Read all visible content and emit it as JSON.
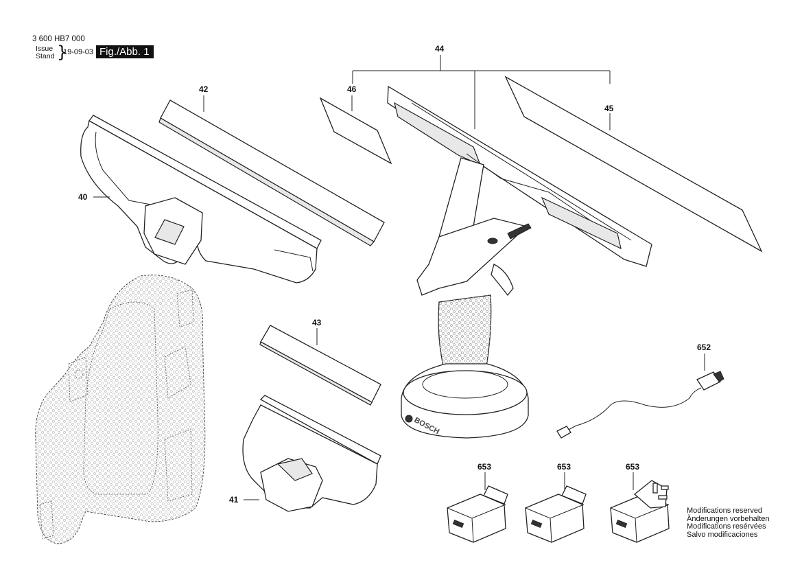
{
  "header": {
    "doc_number": "3 600 HB7 000",
    "issue_label": "Issue",
    "stand_label": "Stand",
    "brace": "}",
    "date": "19-09-03",
    "figure_label": "Fig./Abb. 1"
  },
  "callouts": {
    "p40": "40",
    "p41": "41",
    "p42": "42",
    "p43": "43",
    "p44": "44",
    "p45": "45",
    "p46": "46",
    "p652": "652",
    "p653a": "653",
    "p653b": "653",
    "p653c": "653"
  },
  "brand_on_base": "BOSCH",
  "notes": [
    "Modifications reserved",
    "Änderungen vorbehalten",
    "Modifications resérvées",
    "Salvo modificaciones"
  ]
}
